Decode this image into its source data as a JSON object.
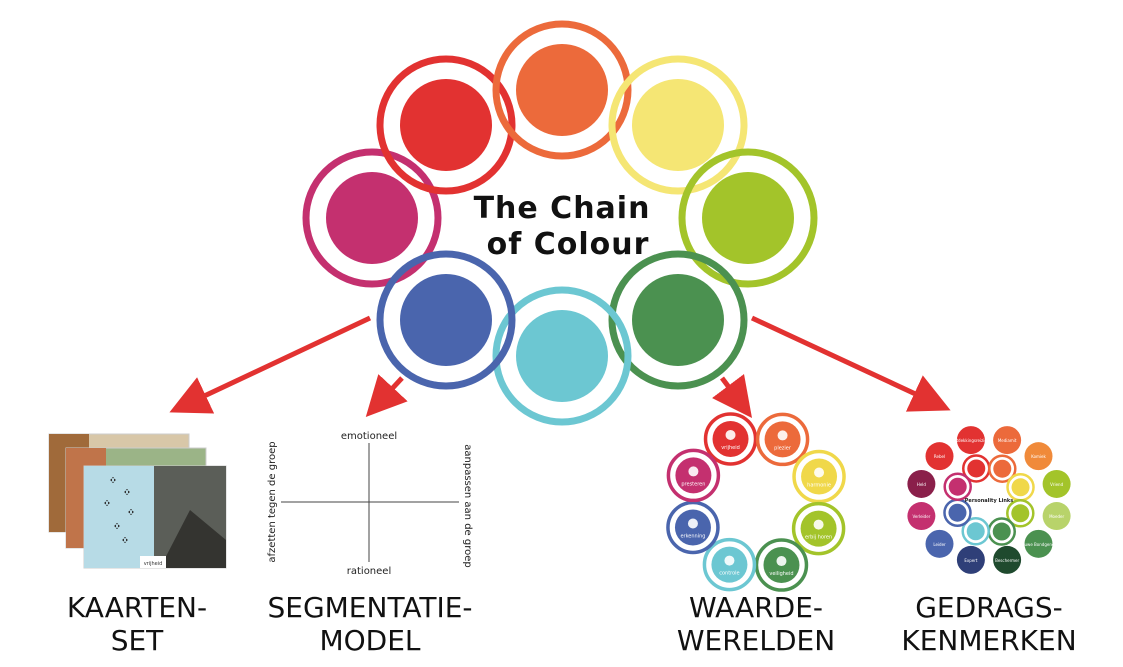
{
  "center": {
    "title_line1": "The Chain",
    "title_line2": "of Colour"
  },
  "chain_colors": [
    "#c4306f",
    "#e23231",
    "#ec6a3b",
    "#f5e674",
    "#a3c42a",
    "#4b9150",
    "#6cc7d2",
    "#4a65ad"
  ],
  "arrow_color": "#e23231",
  "cards": {
    "caption_line1": "KAARTEN-",
    "caption_line2": "SET",
    "card_text": "vrijheid"
  },
  "segment": {
    "caption_line1": "SEGMENTATIE-",
    "caption_line2": "MODEL",
    "top_label": "emotioneel",
    "bottom_label": "rationeel",
    "left_label": "afzetten tegen de groep",
    "right_label": "aanpassen aan de groep"
  },
  "values": {
    "caption_line1": "WAARDE-",
    "caption_line2": "WERELDEN",
    "items": [
      {
        "label": "vrijheid",
        "color": "#e23231",
        "icon": "butterfly-icon"
      },
      {
        "label": "plezier",
        "color": "#ec6a3b",
        "icon": "flower-icon"
      },
      {
        "label": "harmonie",
        "color": "#f0d84a",
        "icon": "hands-icon"
      },
      {
        "label": "erbij horen",
        "color": "#a3c42a",
        "icon": "fence-icon"
      },
      {
        "label": "veiligheid",
        "color": "#4b9150",
        "icon": "pin-icon"
      },
      {
        "label": "controle",
        "color": "#6cc7d2",
        "icon": "checkbox-icon"
      },
      {
        "label": "erkenning",
        "color": "#4a65ad",
        "icon": "ribbon-icon"
      },
      {
        "label": "presteren",
        "color": "#c4306f",
        "icon": "arrow-up-icon"
      }
    ]
  },
  "traits": {
    "caption_line1": "GEDRAGS-",
    "caption_line2": "KENMERKEN",
    "center_label": "Personality Links",
    "outer": [
      {
        "label": "Ontdekkingsreiziger",
        "color": "#e23231"
      },
      {
        "label": "Mediamit",
        "color": "#ec6a3b"
      },
      {
        "label": "Komiek",
        "color": "#f08a3a"
      },
      {
        "label": "Vriend",
        "color": "#a3c42a"
      },
      {
        "label": "Moeder",
        "color": "#b8d36a"
      },
      {
        "label": "Trouwe Bondgenoot",
        "color": "#4b9150"
      },
      {
        "label": "Beschermer",
        "color": "#1f4a2e"
      },
      {
        "label": "Expert",
        "color": "#2f3f78"
      },
      {
        "label": "Leider",
        "color": "#4a65ad"
      },
      {
        "label": "Verleider",
        "color": "#c4306f"
      },
      {
        "label": "Held",
        "color": "#8a1f4a"
      },
      {
        "label": "Rebel",
        "color": "#e23231"
      }
    ]
  }
}
